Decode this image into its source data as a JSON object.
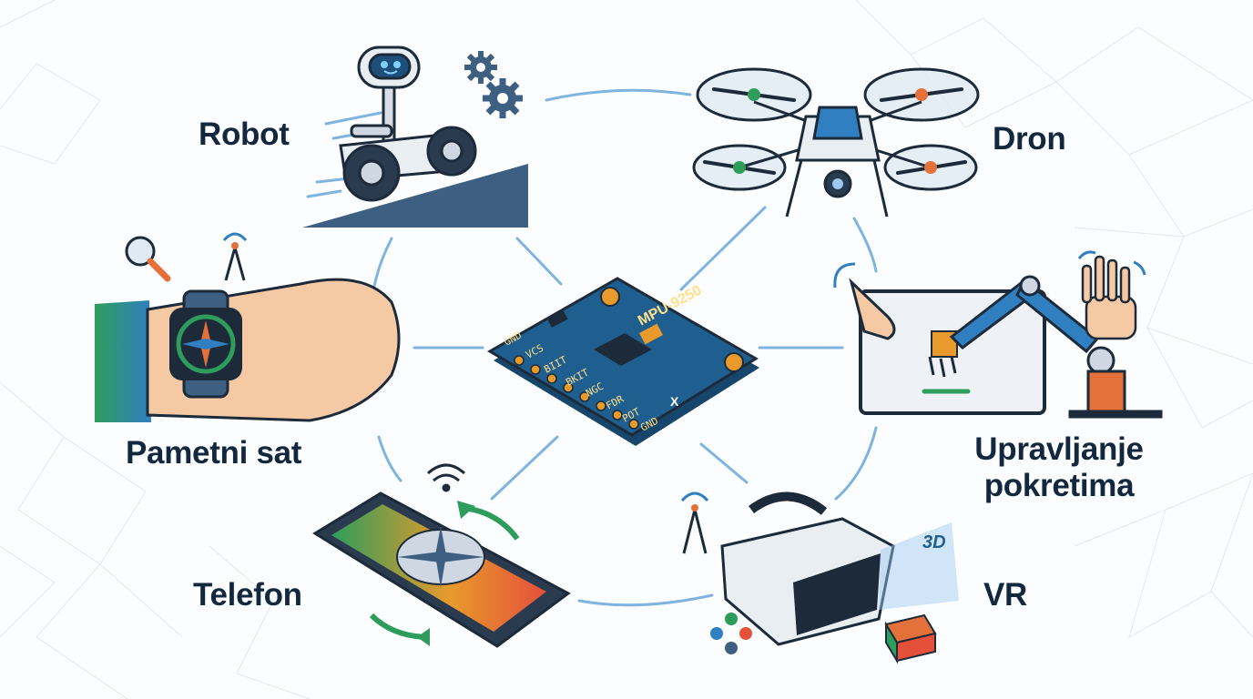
{
  "labels": {
    "robot": "Robot",
    "drone": "Dron",
    "smartwatch": "Pametni sat",
    "gesture_line1": "Upravljanje",
    "gesture_line2": "pokretima",
    "phone": "Telefon",
    "vr": "VR"
  },
  "sensor": {
    "model": "MPU-9250",
    "pins": [
      "GND",
      "VCS",
      "BIIT",
      "BKIT",
      "NGC",
      "FDR",
      "POT",
      "GND"
    ],
    "axis_mark": "X"
  },
  "vr_badge": "3D",
  "colors": {
    "text": "#13283f",
    "link": "#7fb4e0",
    "board": "#1f5f8f",
    "board_dark": "#16466b",
    "pad": "#e89a2c",
    "accent_green": "#2e9d5c",
    "accent_blue": "#2f7fc1",
    "ramp": "#3c5f82"
  },
  "icons": [
    "gear-icon",
    "magnifier-icon",
    "signal-tower-icon",
    "rotate-arrow-icon",
    "wifi-icon",
    "gamepad-icon",
    "compass-icon"
  ]
}
